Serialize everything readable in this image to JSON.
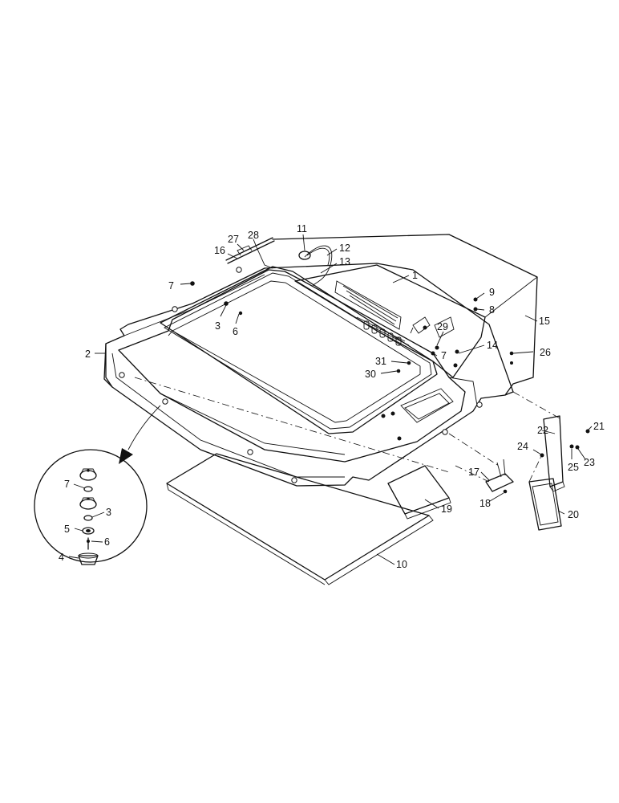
{
  "diagram": {
    "callouts": {
      "n1": "1",
      "n2": "2",
      "n3": "3",
      "n4": "4",
      "n5": "5",
      "n6": "6",
      "n7": "7",
      "n8": "8",
      "n9": "9",
      "n10": "10",
      "n11": "11",
      "n12": "12",
      "n13": "13",
      "n14": "14",
      "n15": "15",
      "n16": "16",
      "n17": "17",
      "n18": "18",
      "n19": "19",
      "n20": "20",
      "n21": "21",
      "n22": "22",
      "n23": "23",
      "n24": "24",
      "n25": "25",
      "n26": "26",
      "n27": "27",
      "n28": "28",
      "n29": "29",
      "n30": "30",
      "n31": "31"
    },
    "detail_callouts": {
      "d7": "7",
      "d3": "3",
      "d5": "5",
      "d6": "6",
      "d4": "4"
    }
  }
}
